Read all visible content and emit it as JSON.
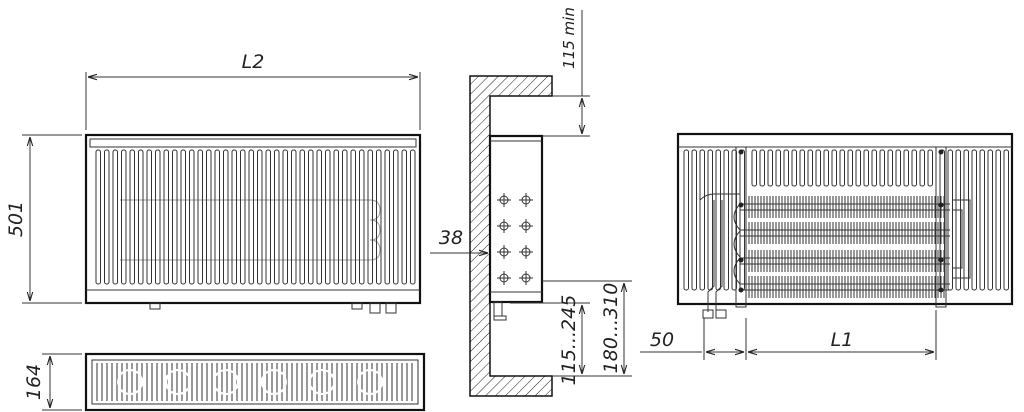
{
  "dimensions": {
    "length_total": "L2",
    "height": "501",
    "depth": "164",
    "top_clearance": "115 min",
    "wall_gap": "38",
    "connection_height_low": "115...245",
    "connection_height_high": "180...310",
    "side_offset": "50",
    "length_heat_exchanger": "L1"
  }
}
